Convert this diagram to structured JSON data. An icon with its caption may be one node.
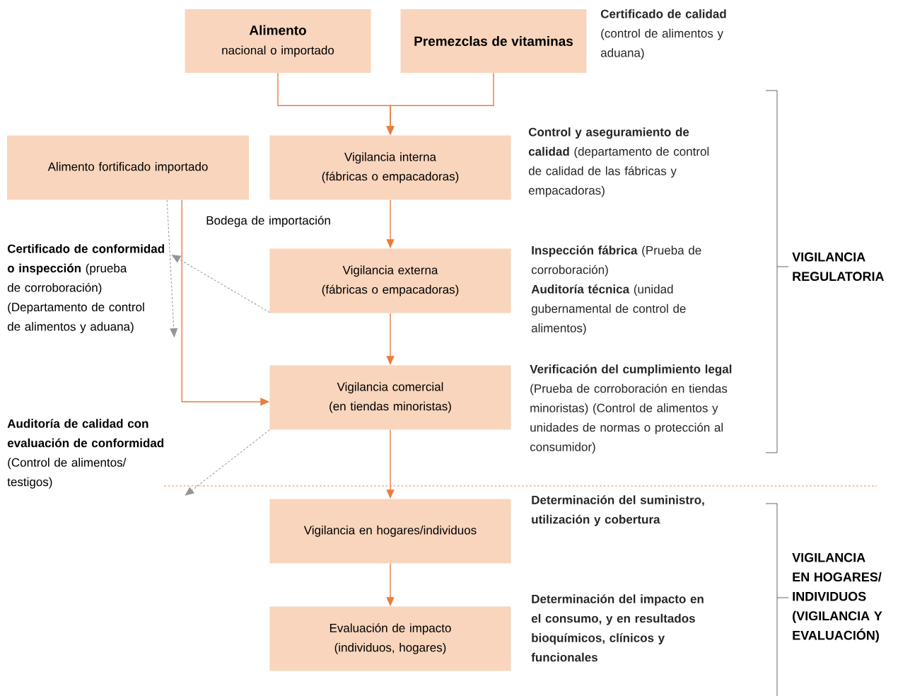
{
  "diagram": {
    "nodes": [
      {
        "text": [
          "Alimento",
          "nacional o importado"
        ]
      },
      {
        "text": [
          "Premezclas de vitaminas"
        ],
        "beside": [
          "**Certificado de calidad** (control de alimentos y aduana)"
        ]
      },
      {
        "text": [
          "Alimento fortificado importado"
        ]
      },
      {
        "text": [
          "Vigilancia interna (fábricas o empacadoras)"
        ],
        "beside": [
          "**Control y aseguramiento de calidad** (departamento de control de calidad de las fábricas y empacadoras)"
        ]
      },
      {
        "text": [
          "Vigilancia externa (fábricas o empacadoras)"
        ],
        "beside": [
          "**Inspección fábrica** (Prueba de corroboración)",
          "**Auditoría técnica** (unidad gubernamental de control de alimentos)"
        ]
      },
      {
        "text": [
          "Vigilancia comercial (en tiendas minoristas)"
        ],
        "beside": [
          "**Verificación del cumplimiento legal** (Prueba de corroboración en tiendas minoristas) (Control de alimentos y unidades de normas o protección al consumidor)"
        ]
      },
      {
        "text": [
          "Vigilancia en hogares/individuos"
        ],
        "beside": [
          "Determinación del suministro, utilización y cobertura"
        ]
      },
      {
        "text": [
          "Evaluación de impacto (individuos, hogares)"
        ],
        "beside": [
          "Determinación del impacto en el consumo, y en resultados bioquímicos, clínicos y funcionales"
        ]
      },
      {
        "text": [
          "**Certificado de conformidad o inspección** (prueba de corroboración) (Departamento de control de alimentos y aduana)"
        ]
      },
      {
        "text": [
          "**Auditoría de calidad con evaluación de conformidad** (Control de alimentos/ testigos)"
        ]
      }
    ],
    "edges": [
      {
        "from": 0,
        "to": 3,
        "arrow": "to"
      },
      {
        "from": 1,
        "to": 3,
        "arrow": "to"
      },
      {
        "from": 3,
        "to": 4,
        "arrow": "to"
      },
      {
        "from": 4,
        "to": 5,
        "arrow": "to"
      },
      {
        "from": 5,
        "to": 6,
        "arrow": "to"
      },
      {
        "from": 6,
        "to": 7,
        "arrow": "to"
      },
      {
        "from": 2,
        "to": 5,
        "arrow": "to"
      },
      {
        "from": 2,
        "to": 8,
        "arrow": "to",
        "style": "dashed",
        "color": "#939598"
      },
      {
        "from": 4,
        "to": 8,
        "arrow": "to",
        "style": "dashed",
        "color": "#939598"
      },
      {
        "from": 5,
        "to": 9,
        "arrow": "to",
        "style": "dashed",
        "color": "#939598"
      }
    ],
    "labels": [
      "Bodega de importación",
      "VIGILANCIA REGULATORIA",
      "VIGILANCIA EN HOGARES/ INDIVIDUOS (VIGILANCIA Y EVALUACIÓN)"
    ]
  }
}
